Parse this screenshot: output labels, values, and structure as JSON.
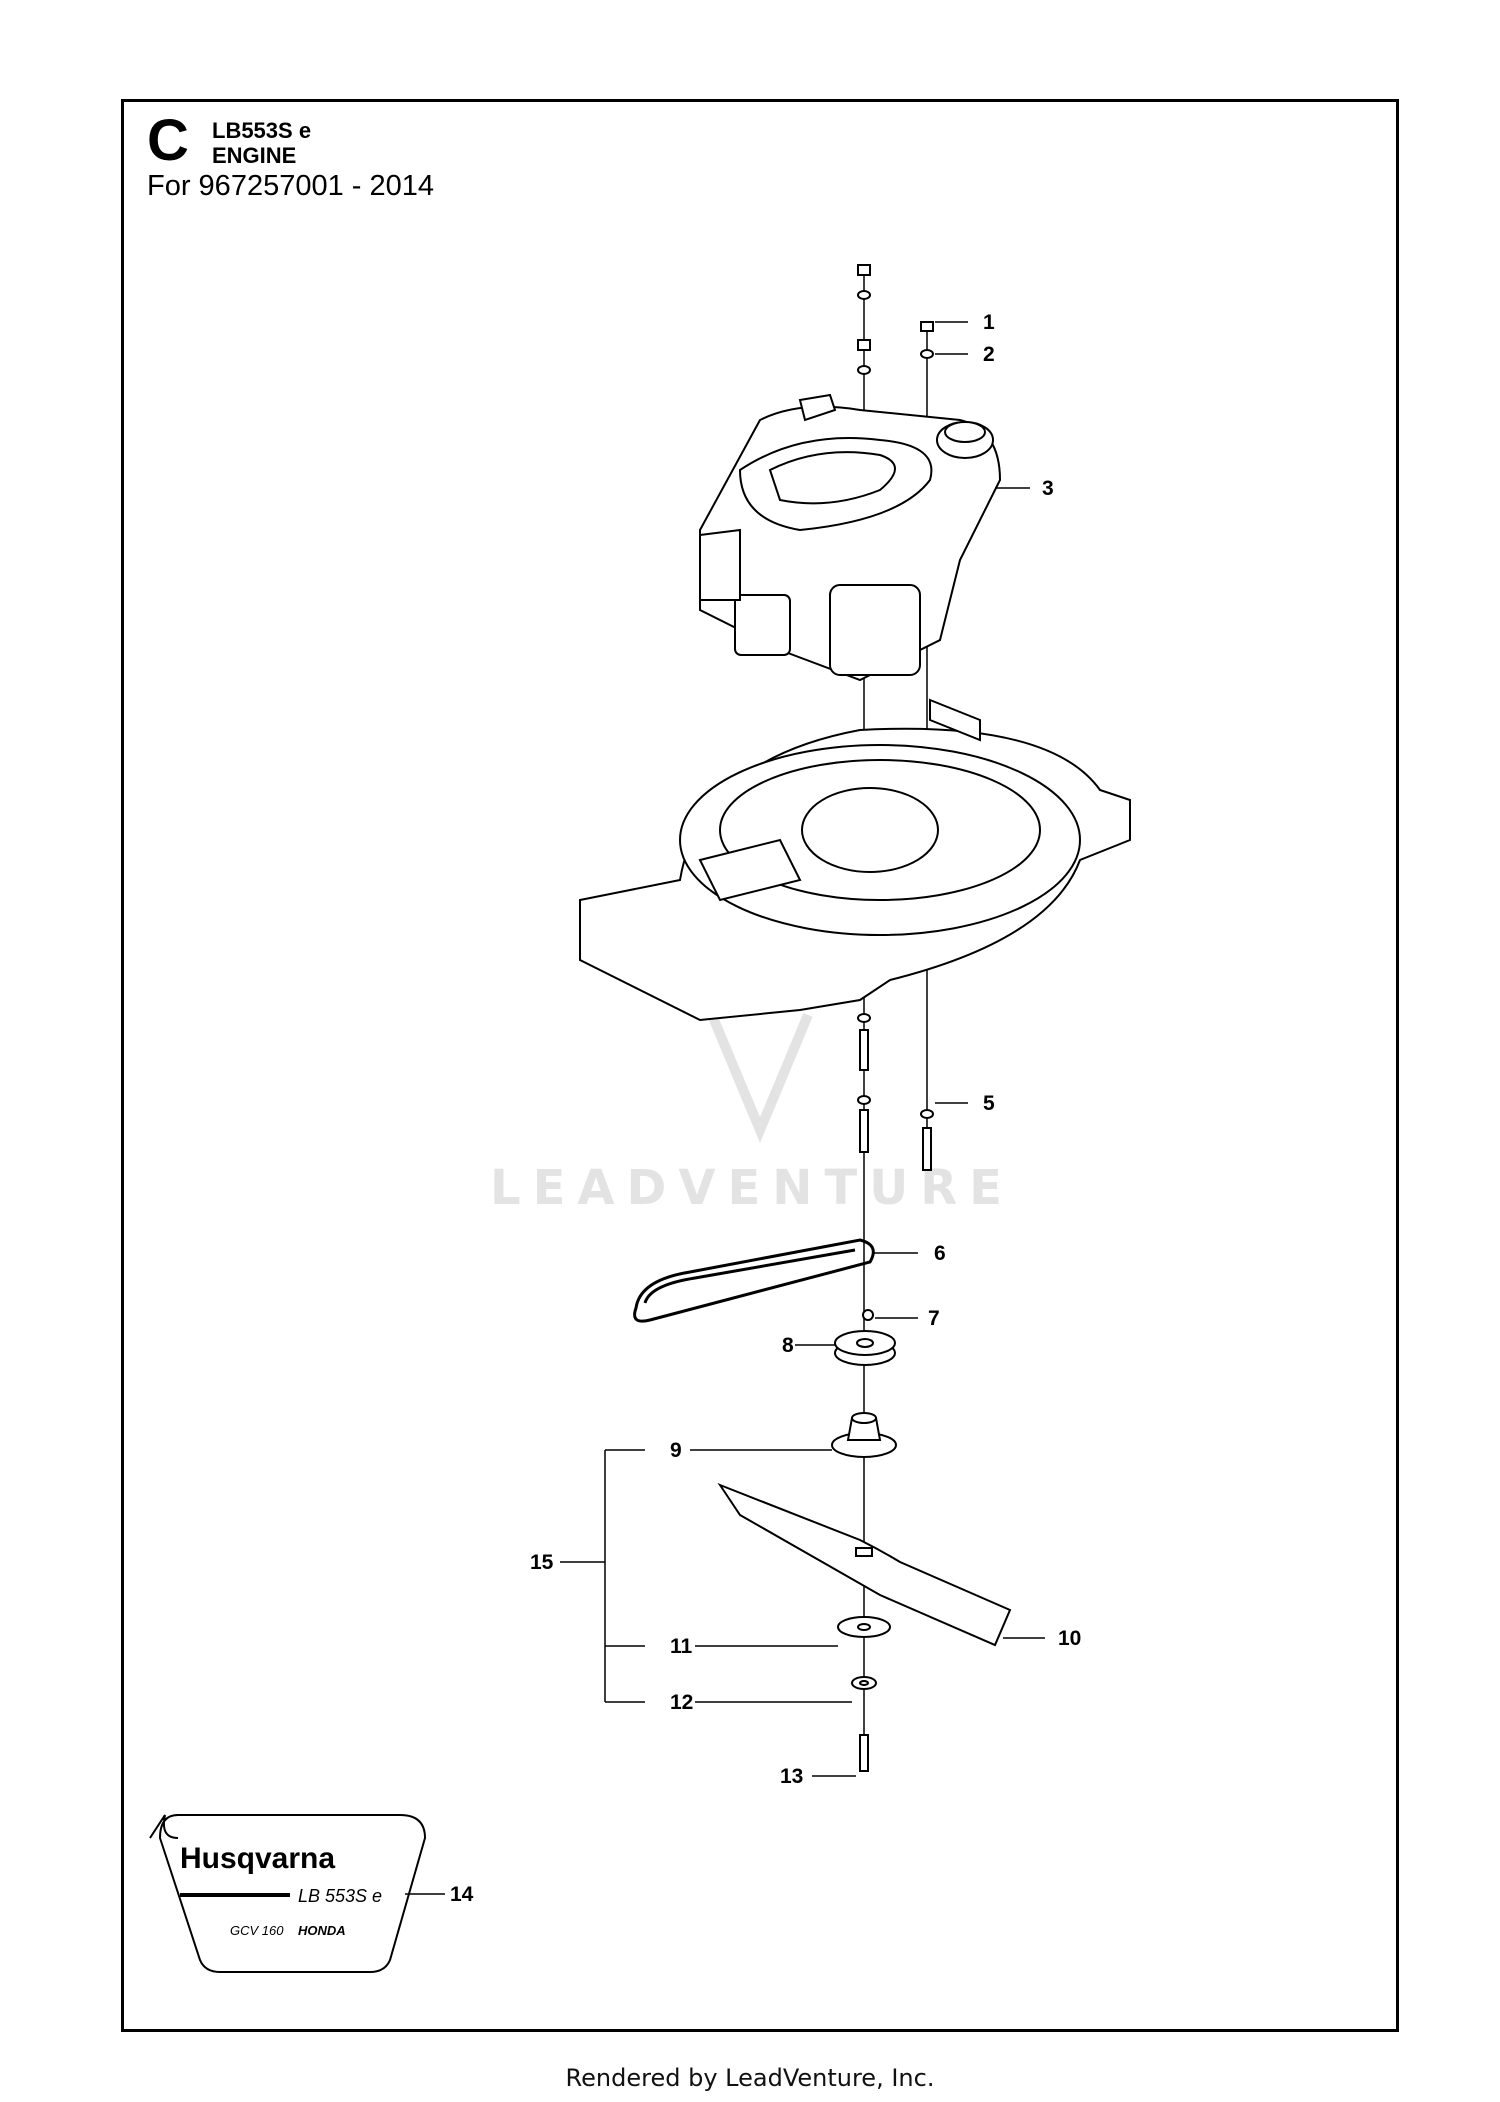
{
  "header": {
    "section_letter": "C",
    "model": "LB553S e",
    "section_name": "ENGINE",
    "for_line": "For 967257001 - 2014"
  },
  "callouts": [
    "1",
    "2",
    "3",
    "5",
    "6",
    "7",
    "8",
    "9",
    "10",
    "11",
    "12",
    "13",
    "14",
    "15"
  ],
  "decal": {
    "brand": "Husqvarna",
    "model": "LB 553S e",
    "engine": "GCV 160",
    "engine_brand": "HONDA"
  },
  "watermark": "LEADVENTURE",
  "footer": "Rendered by LeadVenture, Inc.",
  "colors": {
    "line": "#000000",
    "watermark": "#e3e3e3"
  }
}
